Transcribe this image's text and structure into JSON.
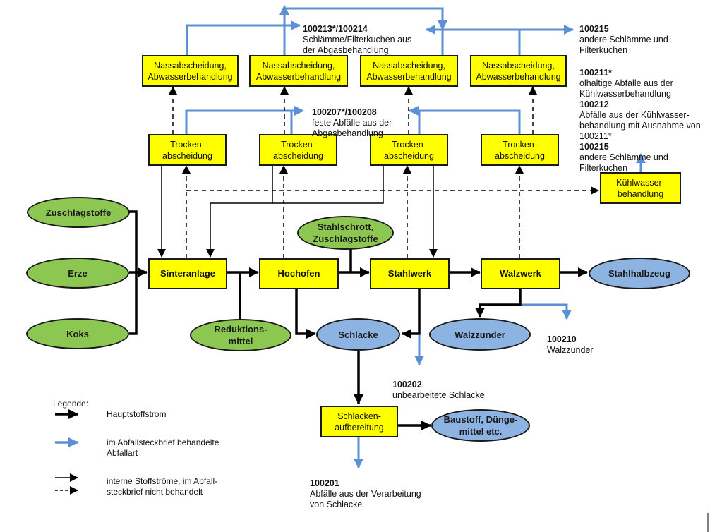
{
  "colors": {
    "process_box": "#ffff00",
    "input_ellipse": "#8cc751",
    "output_ellipse": "#8db3e2",
    "waste_arrow": "#5b8fd6",
    "main_flow": "#000000"
  },
  "process_nodes": {
    "sinteranlage": "Sinteranlage",
    "hochofen": "Hochofen",
    "stahlwerk": "Stahlwerk",
    "walzwerk": "Walzwerk",
    "schlackenaufbereitung": "Schlacken-\naufbereitung",
    "kuehlwasserbehandlung": "Kühlwasser-\nbehandlung",
    "trocken": "Trocken-\nabscheidung",
    "nass": "Nassabscheidung,\nAbwasserbehandlung"
  },
  "input_nodes": {
    "zuschlagstoffe": "Zuschlagstoffe",
    "erze": "Erze",
    "koks": "Koks",
    "reduktionsmittel": "Reduktions-\nmittel",
    "stahlschrott": "Stahlschrott,\nZuschlagstoffe"
  },
  "output_nodes": {
    "stahlhalbzeug": "Stahlhalbzeug",
    "schlacke": "Schlacke",
    "walzzunder": "Walzzunder",
    "baustoff": "Baustoff, Dünge-\nmittel etc."
  },
  "waste_labels": {
    "w100213": {
      "code": "100213*/100214",
      "text": "Schlämme/Filterkuchen aus\nder Abgasbehandlung"
    },
    "w100215_top": {
      "code": "100215",
      "text": " andere Schlämme und\nFilterkuchen"
    },
    "w100207": {
      "code": "100207*/100208",
      "text": "feste Abfälle aus der\nAbgasbehandlung"
    },
    "w_kuehl": [
      {
        "code": "100211*",
        "text": "ölhaltige Abfälle aus der\nKühlwasserbehandlung"
      },
      {
        "code": "100212",
        "text": "Abfälle aus der Kühlwasser-\nbehandlung mit Ausnahme von\n100211*"
      },
      {
        "code": "100215",
        "text": "  andere Schlämme und\nFilterkuchen"
      }
    ],
    "w100210": {
      "code": "100210",
      "text": "Walzzunder"
    },
    "w100202": {
      "code": "100202",
      "text": "unbearbeitete Schlacke"
    },
    "w100201": {
      "code": "100201",
      "text": "Abfälle aus der Verarbeitung\nvon Schlacke"
    }
  },
  "legend": {
    "title": "Legende:",
    "items": [
      {
        "style": "main-flow",
        "label": "Hauptstoffstrom"
      },
      {
        "style": "waste-flow",
        "label": "im Abfallsteckbrief behandelte\nAbfallart"
      },
      {
        "style": "internal-flow",
        "label": "interne Stoffströme, im Abfall-\nsteckbrief nicht behandelt"
      }
    ]
  }
}
